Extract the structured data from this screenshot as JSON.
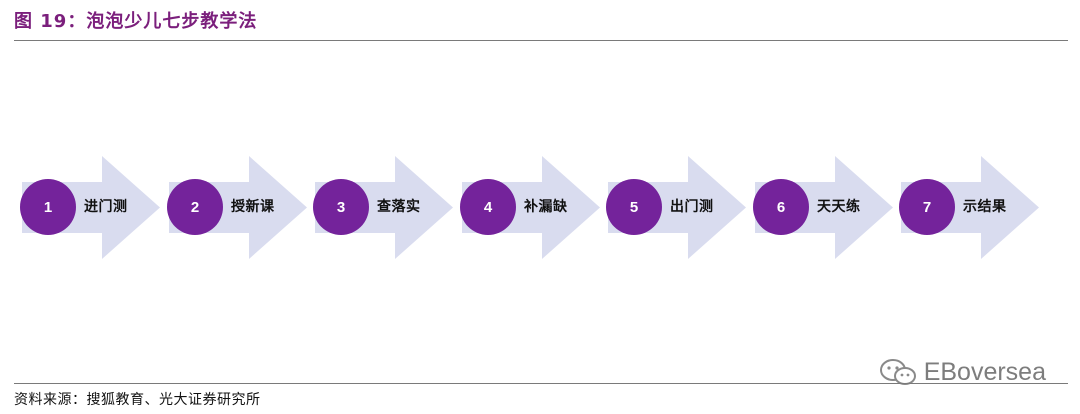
{
  "figure": {
    "title": "图 19：泡泡少儿七步教学法"
  },
  "colors": {
    "title": "#7b1f7c",
    "circle": "#74239b",
    "arrow": "#d9dcef",
    "rule": "#7a7a7a"
  },
  "steps": [
    {
      "number": "1",
      "label": "进门测"
    },
    {
      "number": "2",
      "label": "授新课"
    },
    {
      "number": "3",
      "label": "查落实"
    },
    {
      "number": "4",
      "label": "补漏缺"
    },
    {
      "number": "5",
      "label": "出门测"
    },
    {
      "number": "6",
      "label": "天天练"
    },
    {
      "number": "7",
      "label": "示结果"
    }
  ],
  "watermark": {
    "icon": "wechat-icon",
    "text": "EBoversea"
  },
  "footer": {
    "source": "资料来源：搜狐教育、光大证券研究所"
  }
}
